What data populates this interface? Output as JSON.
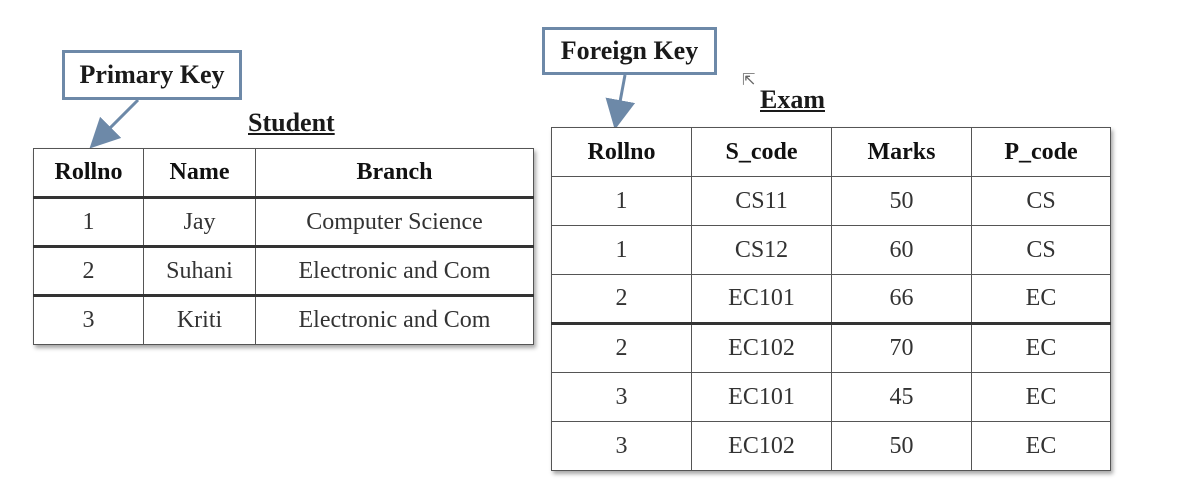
{
  "primary_key_label": "Primary Key",
  "foreign_key_label": "Foreign Key",
  "student": {
    "caption": "Student",
    "headers": [
      "Rollno",
      "Name",
      "Branch"
    ],
    "rows": [
      [
        "1",
        "Jay",
        "Computer Science"
      ],
      [
        "2",
        "Suhani",
        "Electronic and Com"
      ],
      [
        "3",
        "Kriti",
        "Electronic and Com"
      ]
    ]
  },
  "exam": {
    "caption": "Exam",
    "headers": [
      "Rollno",
      "S_code",
      "Marks",
      "P_code"
    ],
    "rows": [
      [
        "1",
        "CS11",
        "50",
        "CS"
      ],
      [
        "1",
        "CS12",
        "60",
        "CS"
      ],
      [
        "2",
        "EC101",
        "66",
        "EC"
      ],
      [
        "2",
        "EC102",
        "70",
        "EC"
      ],
      [
        "3",
        "EC101",
        "45",
        "EC"
      ],
      [
        "3",
        "EC102",
        "50",
        "EC"
      ]
    ]
  },
  "colors": {
    "callout_border": "#6d89a8",
    "arrow": "#6d89a8"
  }
}
